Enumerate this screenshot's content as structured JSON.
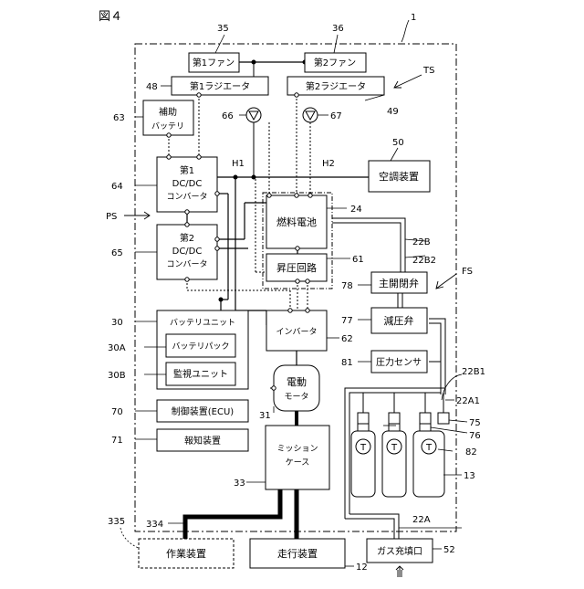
{
  "figure_label": "図４",
  "ref_numbers": {
    "r1": "1",
    "r35": "35",
    "r36": "36",
    "rTS": "TS",
    "r48": "48",
    "r49": "49",
    "r63": "63",
    "r66": "66",
    "r67": "67",
    "r50": "50",
    "rH1": "H1",
    "rH2": "H2",
    "r64": "64",
    "rPS": "PS",
    "r24": "24",
    "r22B": "22B",
    "r22B2": "22B2",
    "r65": "65",
    "r61": "61",
    "rFS": "FS",
    "r78": "78",
    "r30": "30",
    "r77": "77",
    "r62": "62",
    "r30A": "30A",
    "r81": "81",
    "r22B1": "22B1",
    "r30B": "30B",
    "r22A1": "22A1",
    "r70": "70",
    "r31": "31",
    "r75": "75",
    "r76": "76",
    "r71": "71",
    "r82": "82",
    "r33": "33",
    "r13": "13",
    "r335": "335",
    "r334": "334",
    "r22A": "22A",
    "r52": "52",
    "r12": "12"
  },
  "blocks": {
    "fan1": "第1ファン",
    "fan2": "第2ファン",
    "rad1": "第1ラジエータ",
    "rad2": "第2ラジエータ",
    "aux_battery": [
      "補助",
      "バッテリ"
    ],
    "aircon": "空調装置",
    "dcdc1": [
      "第1",
      "DC/DC",
      "コンバータ"
    ],
    "dcdc2": [
      "第2",
      "DC/DC",
      "コンバータ"
    ],
    "fuel_cell": "燃料電池",
    "booster": "昇圧回路",
    "main_valve": "主開閉弁",
    "reducing_valve": "減圧弁",
    "pressure_sensor": "圧力センサ",
    "battery_unit": "バッテリユニット",
    "battery_pack": "バッテリパック",
    "monitor_unit": "監視ユニット",
    "ecu": "制御装置(ECU)",
    "notifier": "報知装置",
    "inverter": "インバータ",
    "motor": [
      "電動",
      "モータ"
    ],
    "mission_case": [
      "ミッション",
      "ケース"
    ],
    "work_device": "作業装置",
    "travel_device": "走行装置",
    "gas_port": "ガス充填口",
    "tank_symbol": "T"
  }
}
